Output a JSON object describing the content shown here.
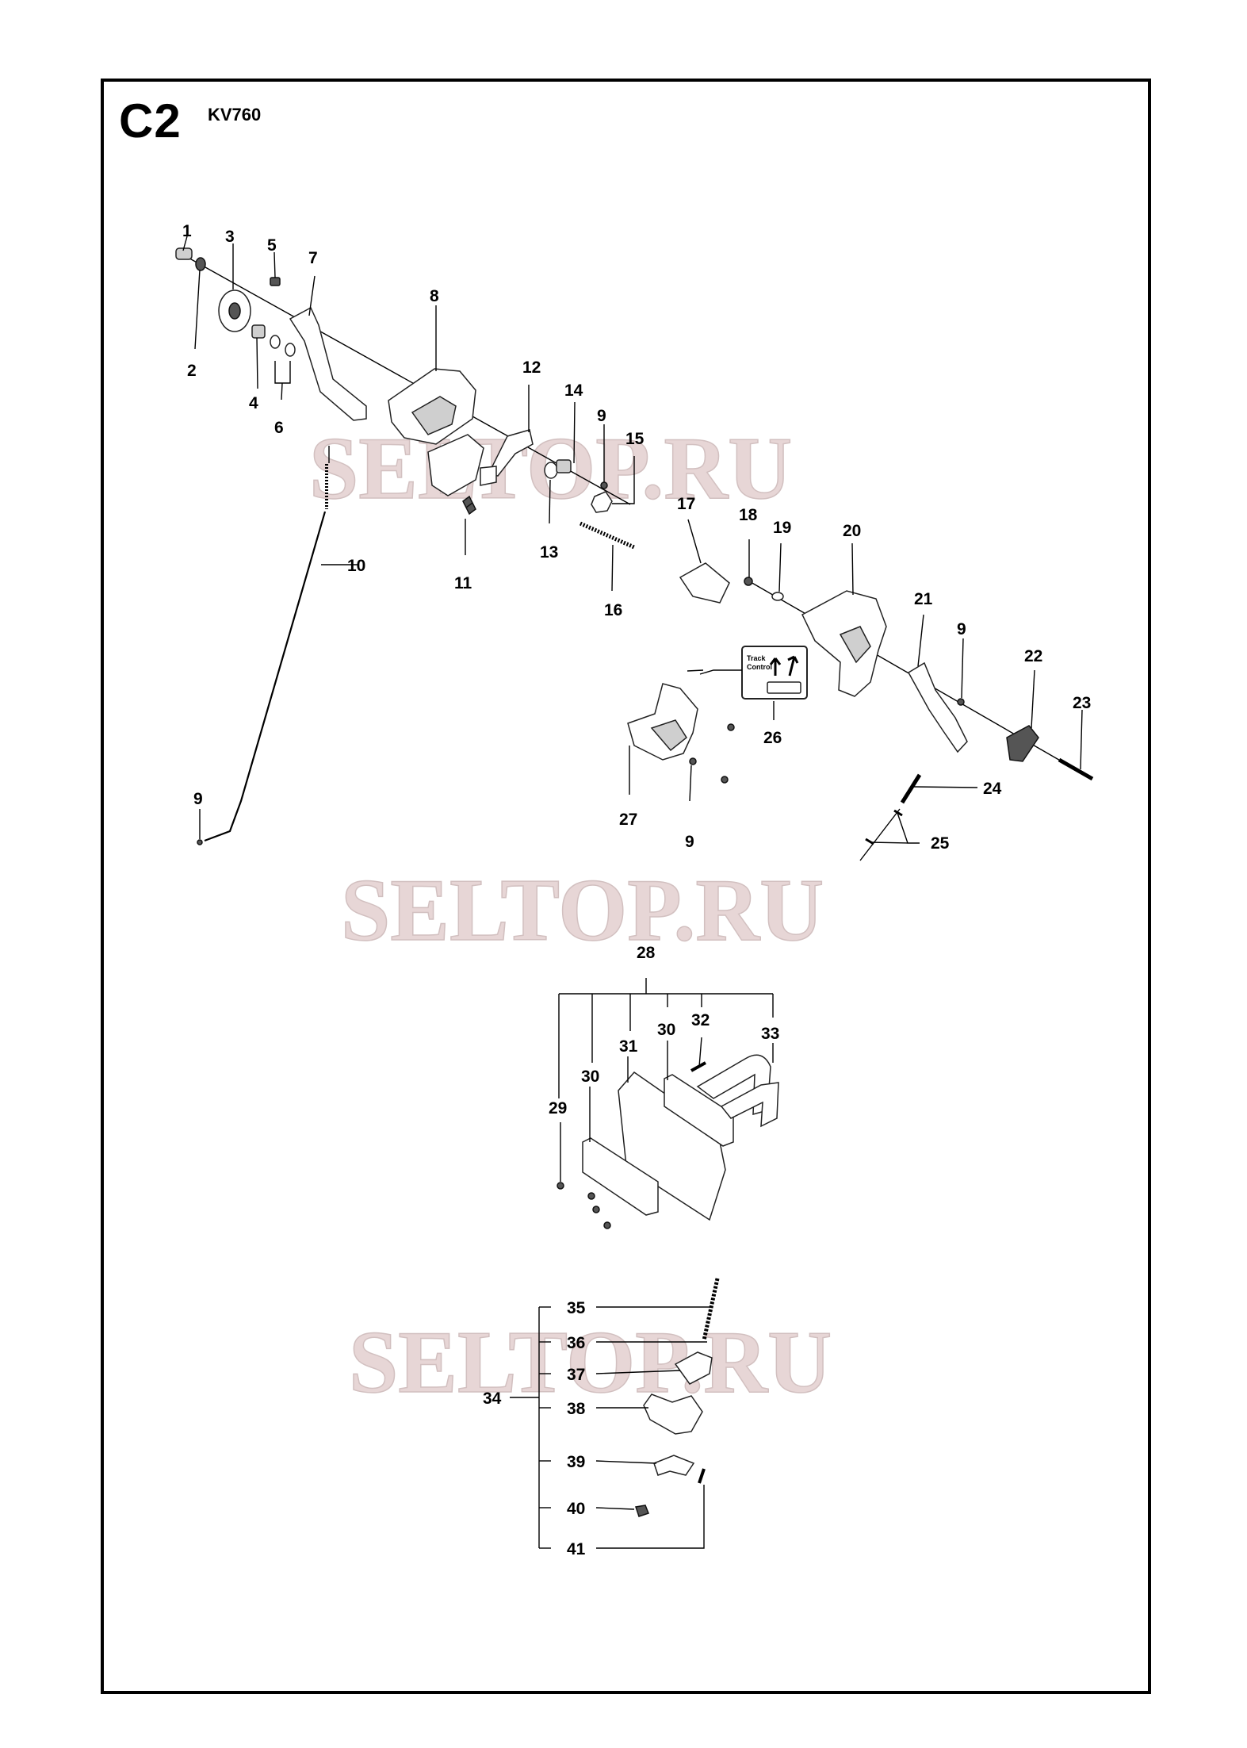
{
  "header": {
    "section_code": "C2",
    "model": "KV760"
  },
  "watermarks": [
    "SELTOP.RU",
    "SELTOP.RU",
    "SELTOP.RU"
  ],
  "decal": {
    "line1": "Track",
    "line2": "Control"
  },
  "callouts": [
    "1",
    "2",
    "3",
    "4",
    "5",
    "6",
    "7",
    "8",
    "9",
    "10",
    "11",
    "12",
    "13",
    "14",
    "15",
    "16",
    "17",
    "18",
    "19",
    "20",
    "21",
    "22",
    "23",
    "24",
    "25",
    "26",
    "27",
    "28",
    "29",
    "30",
    "31",
    "32",
    "33",
    "34",
    "35",
    "36",
    "37",
    "38",
    "39",
    "40",
    "41"
  ],
  "callout_9_repeat": "9",
  "callout_30_repeat": "30"
}
